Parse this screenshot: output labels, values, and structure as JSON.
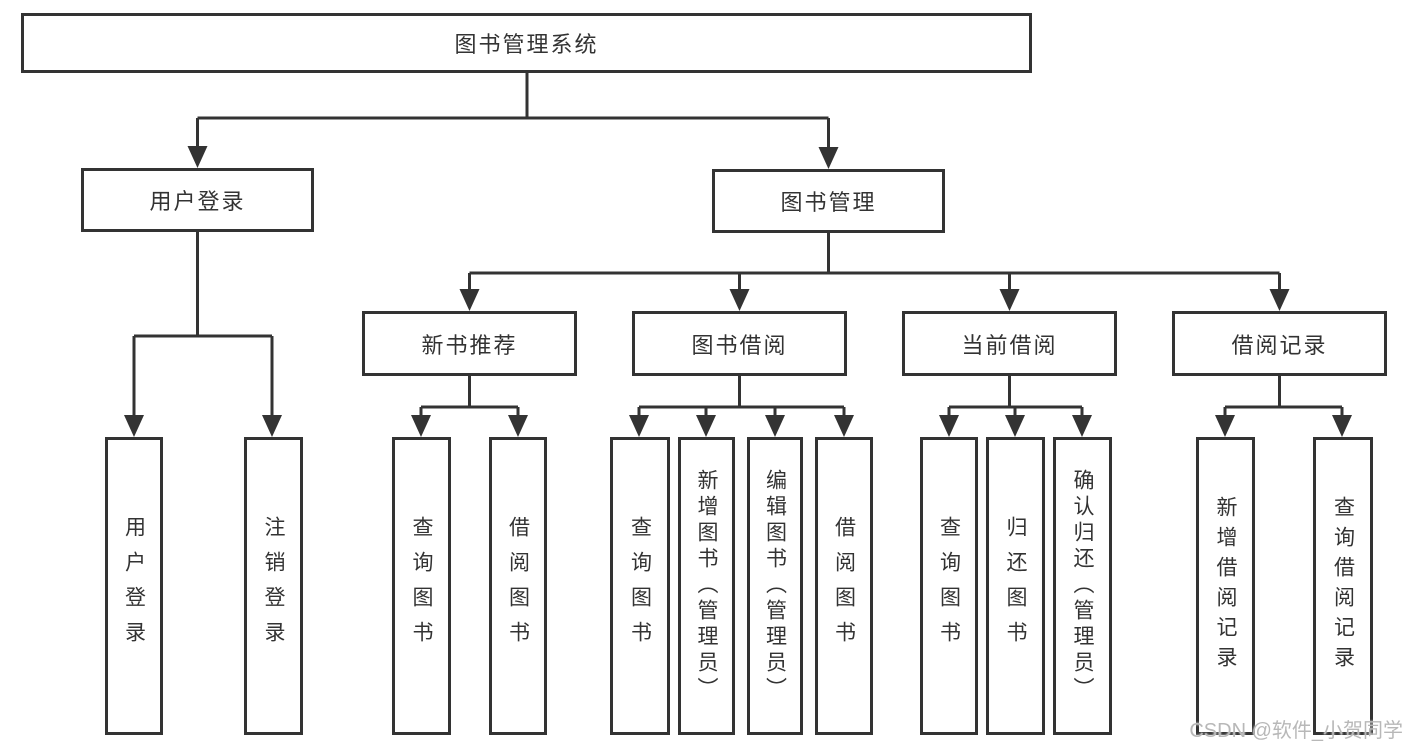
{
  "diagram": {
    "root": {
      "label": "图书管理系统",
      "children": [
        {
          "label": "用户登录",
          "children": [
            {
              "label": "用户登录"
            },
            {
              "label": "注销登录"
            }
          ]
        },
        {
          "label": "图书管理",
          "children": [
            {
              "label": "新书推荐",
              "children": [
                {
                  "label": "查询图书"
                },
                {
                  "label": "借阅图书"
                }
              ]
            },
            {
              "label": "图书借阅",
              "children": [
                {
                  "label": "查询图书"
                },
                {
                  "label": "新增图书（管理员）"
                },
                {
                  "label": "编辑图书（管理员）"
                },
                {
                  "label": "借阅图书"
                }
              ]
            },
            {
              "label": "当前借阅",
              "children": [
                {
                  "label": "查询图书"
                },
                {
                  "label": "归还图书"
                },
                {
                  "label": "确认归还（管理员）"
                }
              ]
            },
            {
              "label": "借阅记录",
              "children": [
                {
                  "label": "新增借阅记录"
                },
                {
                  "label": "查询借阅记录"
                }
              ]
            }
          ]
        }
      ]
    }
  },
  "watermark": {
    "text": "CSDN @软件_小贺同学"
  },
  "colors": {
    "background": "#ffffff",
    "box_border": "#333333",
    "line": "#333333",
    "text": "#333333",
    "watermark": "#b8b8b8"
  }
}
